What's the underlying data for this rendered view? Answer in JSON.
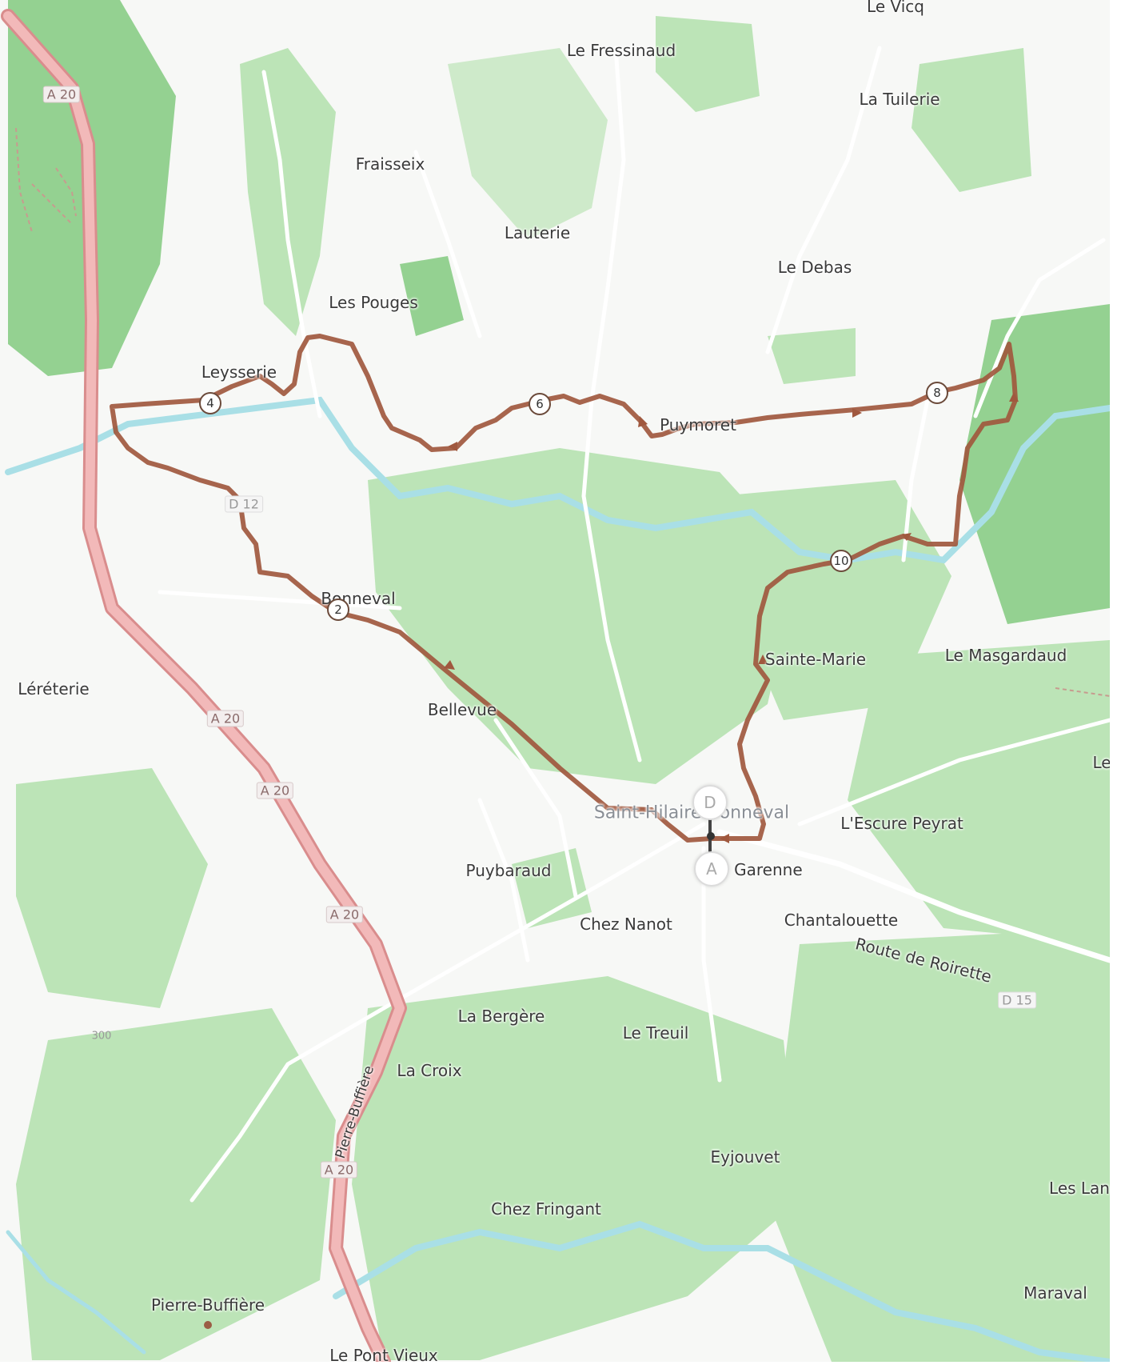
{
  "map": {
    "colors": {
      "background": "#f7f8f6",
      "forest": "#b9e3b4",
      "forest_dark": "#8fcf8c",
      "river": "#a9dfe6",
      "motorway": "#e8a3a3",
      "route": "#a0583e",
      "road": "#ffffff"
    },
    "places": [
      {
        "id": "le-vicq",
        "label": "Le Vicq"
      },
      {
        "id": "le-fressinaud",
        "label": "Le Fressinaud"
      },
      {
        "id": "la-tuilerie",
        "label": "La Tuilerie"
      },
      {
        "id": "fraisseix",
        "label": "Fraisseix"
      },
      {
        "id": "lauterie",
        "label": "Lauterie"
      },
      {
        "id": "le-debas",
        "label": "Le Debas"
      },
      {
        "id": "les-pouges",
        "label": "Les Pouges"
      },
      {
        "id": "leysserie",
        "label": "Leysserie"
      },
      {
        "id": "puymoret",
        "label": "Puymoret"
      },
      {
        "id": "bonneval",
        "label": "Bonneval"
      },
      {
        "id": "lereterie",
        "label": "Léréterie"
      },
      {
        "id": "bellevue",
        "label": "Bellevue"
      },
      {
        "id": "sainte-marie",
        "label": "Sainte-Marie"
      },
      {
        "id": "le-masgardaud",
        "label": "Le Masgardaud"
      },
      {
        "id": "saint-hilaire-bonneval",
        "label": "Saint-Hilaire-Bonneval",
        "large": true
      },
      {
        "id": "lescure-peyrat",
        "label": "L'Escure Peyrat"
      },
      {
        "id": "puybaraud",
        "label": "Puybaraud"
      },
      {
        "id": "la-garenne",
        "label": "La Garenne"
      },
      {
        "id": "chez-nanot",
        "label": "Chez Nanot"
      },
      {
        "id": "chantalouette",
        "label": "Chantalouette"
      },
      {
        "id": "route-de-roirette",
        "label": "Route de Roirette"
      },
      {
        "id": "la-bergere",
        "label": "La Bergère"
      },
      {
        "id": "le-treuil",
        "label": "Le Treuil"
      },
      {
        "id": "la-croix",
        "label": "La Croix"
      },
      {
        "id": "eyjouvet",
        "label": "Eyjouvet"
      },
      {
        "id": "chez-fringant",
        "label": "Chez Fringant"
      },
      {
        "id": "les-landes",
        "label": "Les Lan"
      },
      {
        "id": "maraval",
        "label": "Maraval"
      },
      {
        "id": "pierre-buffiere",
        "label": "Pierre-Buffière"
      },
      {
        "id": "le-pont-vieux",
        "label": "Le Pont Vieux"
      },
      {
        "id": "le-edge",
        "label": "Le"
      },
      {
        "id": "pierre-buffiere-road",
        "label": "Pierre-Buffière"
      }
    ],
    "road_shields": [
      {
        "id": "a20-1",
        "label": "A 20"
      },
      {
        "id": "a20-2",
        "label": "A 20"
      },
      {
        "id": "a20-3",
        "label": "A 20"
      },
      {
        "id": "a20-4",
        "label": "A 20"
      },
      {
        "id": "a20-5",
        "label": "A 20"
      },
      {
        "id": "d12",
        "label": "D 12"
      },
      {
        "id": "d15",
        "label": "D 15"
      }
    ],
    "contour_labels": [
      {
        "id": "c300",
        "label": "300"
      }
    ],
    "route_markers": [
      {
        "id": "km-2",
        "label": "2"
      },
      {
        "id": "km-4",
        "label": "4"
      },
      {
        "id": "km-6",
        "label": "6"
      },
      {
        "id": "km-8",
        "label": "8"
      },
      {
        "id": "km-10",
        "label": "10"
      }
    ],
    "endpoints": {
      "start": "A",
      "finish": "D"
    }
  }
}
